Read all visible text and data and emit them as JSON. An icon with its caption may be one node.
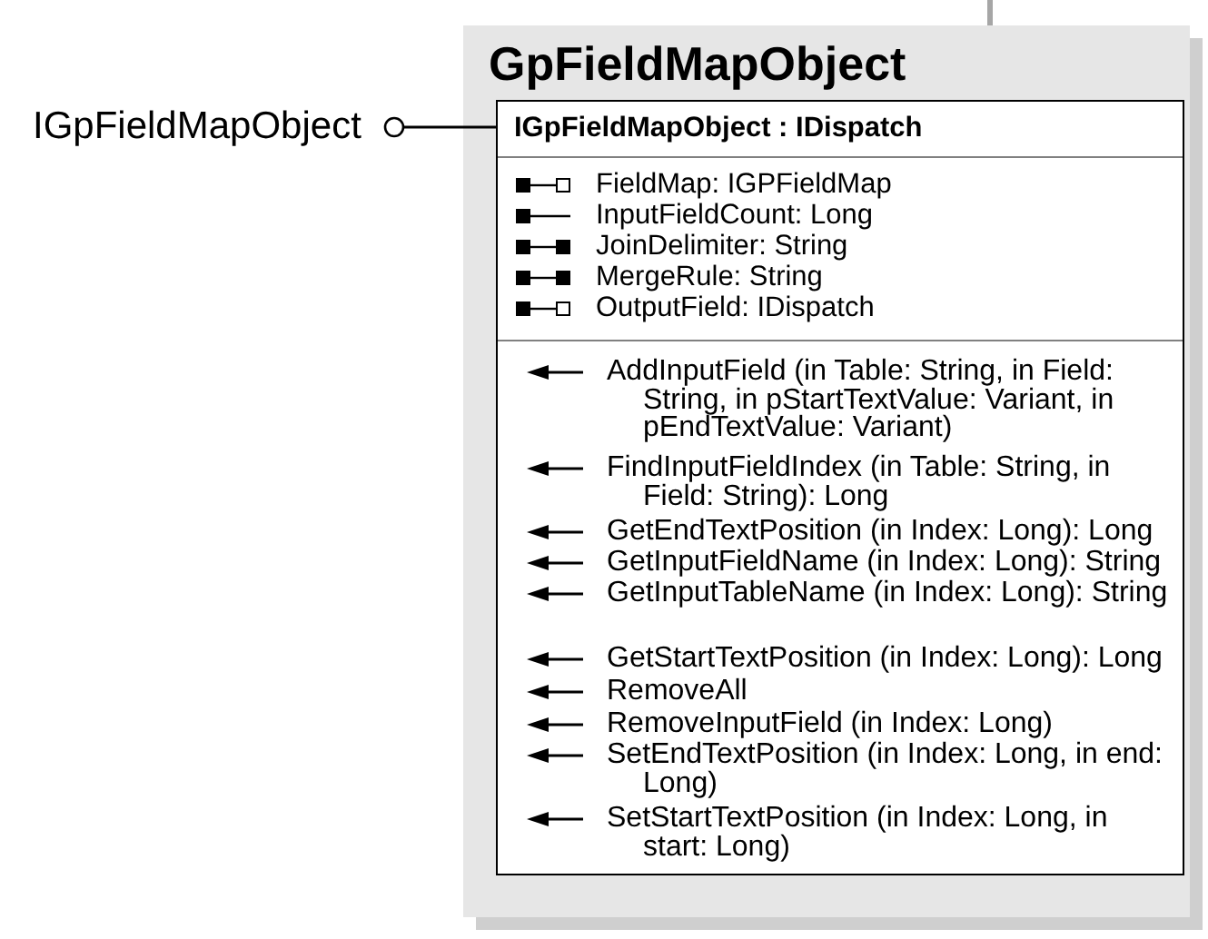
{
  "diagram": {
    "nodes": [
      {
        "text": [
          "GpFieldMapObject"
        ]
      },
      {
        "text": [
          "IGpFieldMapObject : IDispatch",
          "FieldMap: IGPFieldMap",
          "InputFieldCount: Long",
          "JoinDelimiter: String",
          "MergeRule: String",
          "OutputField: IDispatch",
          "AddInputField (in Table: String, in Field: String, in pStartTextValue: Variant, in pEndTextValue: Variant)",
          "FindInputFieldIndex (in Table: String, in Field: String): Long",
          "GetEndTextPosition (in Index: Long): Long",
          "GetInputFieldName (in Index: Long): String",
          "GetInputTableName (in Index: Long): String",
          "GetStartTextPosition (in Index: Long): Long",
          "RemoveAll",
          "RemoveInputField (in Index: Long)",
          "SetEndTextPosition (in Index: Long, in end: Long)",
          "SetStartTextPosition (in Index: Long, in start: Long)"
        ],
        "in": 0
      },
      {
        "text": [
          "IGpFieldMapObject"
        ]
      }
    ],
    "edges": [
      {
        "from": 2,
        "to": 1,
        "arrow": "other"
      },
      {
        "from": null,
        "to": 0,
        "arrow": "none",
        "style": "thick",
        "color": "#a6a6a6"
      }
    ]
  }
}
